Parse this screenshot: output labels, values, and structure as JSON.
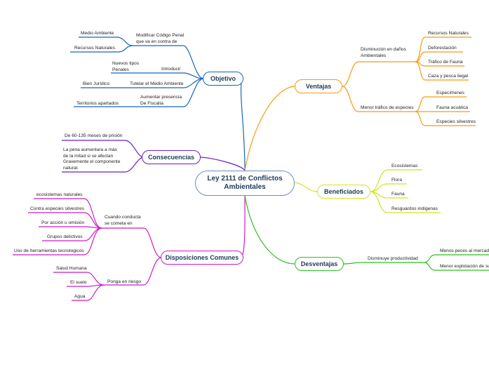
{
  "central": {
    "line1": "Ley 2111 de Conflictos",
    "line2": "Ambientales"
  },
  "branches": {
    "objetivo": "Objetivo",
    "consecuencias": "Consecuencias",
    "disposiciones": "Disposiciones Comunes",
    "ventajas": "Ventajas",
    "beneficiados": "Beneficiados",
    "desventajas": "Desventajas"
  },
  "objetivo": {
    "modificar": "Modificar Código Penal que va en contra de",
    "medio_ambiente": "Medio Ambiente",
    "recursos_naturales": "Recursos Naturales",
    "introducir": "Introducir",
    "nuevos_tipos": "Nuevos tipos Penales",
    "tutelar": "Tutelar el Medio Ambiente",
    "bien_juridico": "Bien Jurídico",
    "aumentar": "Aumentar presencia De Fiscalía",
    "territorios": "Territorios apartados"
  },
  "consecuencias": {
    "meses": "De 60-135 meses de prisión",
    "pena": "La pena aumentara a más de la mitad si se afectan Gravemente el componente natural."
  },
  "disposiciones": {
    "cuando": "Cuando conducta se cometa en",
    "ecosistemas": "ecosistemas naturales",
    "especies": "Contra especies silvestres",
    "accion": "Por acción u omisión",
    "grupos": "Grupos delictivos",
    "herramientas": "Uso de herramientas tecnologicos",
    "riesgo": "Ponga en riesgo",
    "salud": "Salud Humana",
    "suelo": "El suelo",
    "agua": "Agua"
  },
  "ventajas": {
    "disminucion": "Disminución en daños Ambientales",
    "recursos": "Recursos Naturales",
    "deforestacion": "Deforestación",
    "trafico": "Tráfico de Fauna",
    "caza": "Caza y pesca ilegal",
    "menor_trafico": "Menor tráfico de especies",
    "especimenes": "Especímenes",
    "fauna_acuatica": "Fauna acuática",
    "silvestres": "Especies silvestres"
  },
  "beneficiados": {
    "ecosistemas": "Ecosistemas",
    "flora": "Flora",
    "fauna": "Fauna",
    "resguardos": "Resguardos indígenas"
  },
  "desventajas": {
    "disminuye": "Disminuye productividad",
    "peces": "Menos peces al mercado",
    "explotacion": "Menor explotación de suelos"
  },
  "colors": {
    "objetivo": "#1565c0",
    "consecuencias": "#6a1fc4",
    "disposiciones": "#c81ec8",
    "ventajas": "#f59a12",
    "beneficiados": "#d4e21e",
    "desventajas": "#2fbf1f",
    "center_border": "#6b8fbd"
  }
}
